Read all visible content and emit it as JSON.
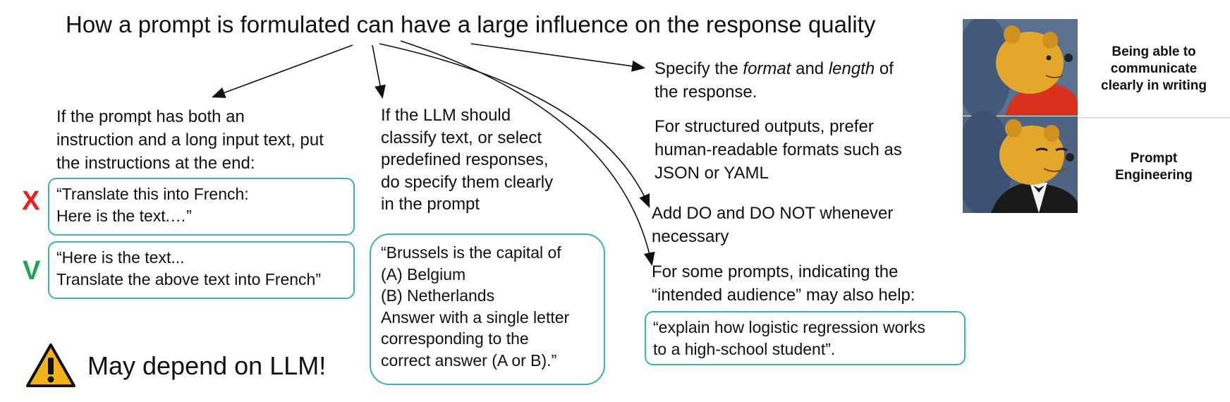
{
  "title": "How a prompt is formulated can have a large influence on the response quality",
  "left": {
    "intro": [
      "If the prompt has both an",
      "instruction and a long input text,  put",
      "the instructions at the end:"
    ],
    "bad_mark": "X",
    "bad_example": [
      "“Translate this into French:",
      "Here is the text.…”"
    ],
    "good_mark": "V",
    "good_example": [
      "“Here is the text...",
      "Translate the above text into French”"
    ],
    "warning": "May depend on LLM!"
  },
  "middle": {
    "intro": [
      "If the LLM should",
      "classify text, or select",
      "predefined responses,",
      "do specify them clearly",
      "in the prompt"
    ],
    "example": [
      "“Brussels is the capital of",
      "(A) Belgium",
      "(B) Netherlands",
      "Answer with a single letter",
      "corresponding to the",
      "correct answer (A or B).”"
    ]
  },
  "right": {
    "format_parts": [
      "Specify the ",
      "format",
      " and ",
      "length",
      " of"
    ],
    "format_line2": "the response.",
    "structured": [
      "For structured outputs, prefer",
      "human-readable formats such as",
      "JSON or YAML"
    ],
    "do_dont": [
      "Add DO and DO NOT whenever",
      "necessary"
    ],
    "audience": [
      "For some prompts, indicating the",
      "“intended audience” may also help:"
    ],
    "audience_example": [
      "“explain how logistic regression works",
      "to a high-school student”."
    ]
  },
  "meme": {
    "top_caption": [
      "Being able to",
      "communicate",
      "clearly in writing"
    ],
    "bottom_caption": [
      "Prompt",
      "Engineering"
    ]
  },
  "colors": {
    "accent_box": "#3bb3a7",
    "bad": "#e82121",
    "good": "#1aa557",
    "warning": "#f2b21a"
  }
}
